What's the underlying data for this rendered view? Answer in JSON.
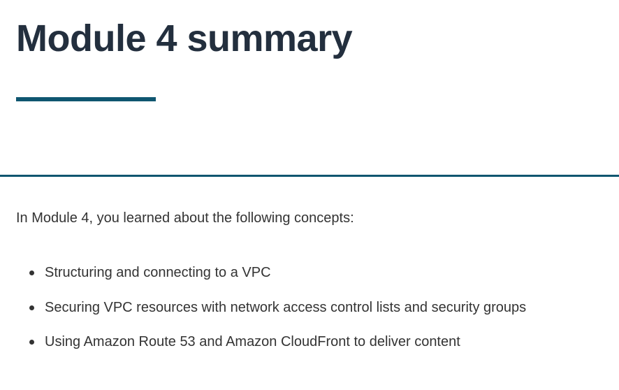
{
  "header": {
    "title": "Module 4 summary"
  },
  "content": {
    "intro": "In Module 4, you learned about the following concepts:",
    "concepts": [
      "Structuring and connecting to a VPC",
      "Securing VPC resources with network access control lists and security groups",
      "Using Amazon Route 53 and Amazon CloudFront to deliver content"
    ]
  },
  "colors": {
    "title_text": "#232f3e",
    "accent_line": "#0f5670",
    "body_text": "#333333",
    "background": "#ffffff"
  }
}
